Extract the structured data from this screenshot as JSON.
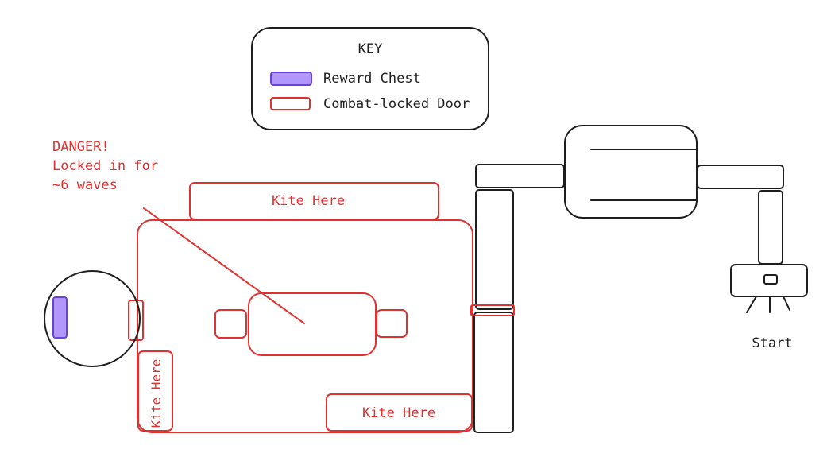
{
  "key": {
    "title": "KEY",
    "items": [
      {
        "label": "Reward Chest",
        "swatch": "reward-chest"
      },
      {
        "label": "Combat-locked Door",
        "swatch": "combat-locked-door"
      }
    ]
  },
  "annotation": {
    "lines": [
      "DANGER!",
      "Locked in for",
      "~6 waves"
    ]
  },
  "labels": {
    "kite_top": "Kite Here",
    "kite_bottom": "Kite Here",
    "kite_left": "Kite Here",
    "start": "Start"
  },
  "colors": {
    "ink": "#1e1e1e",
    "danger": "#e03131",
    "chest_fill": "#b197fc",
    "chest_stroke": "#6741d9"
  }
}
